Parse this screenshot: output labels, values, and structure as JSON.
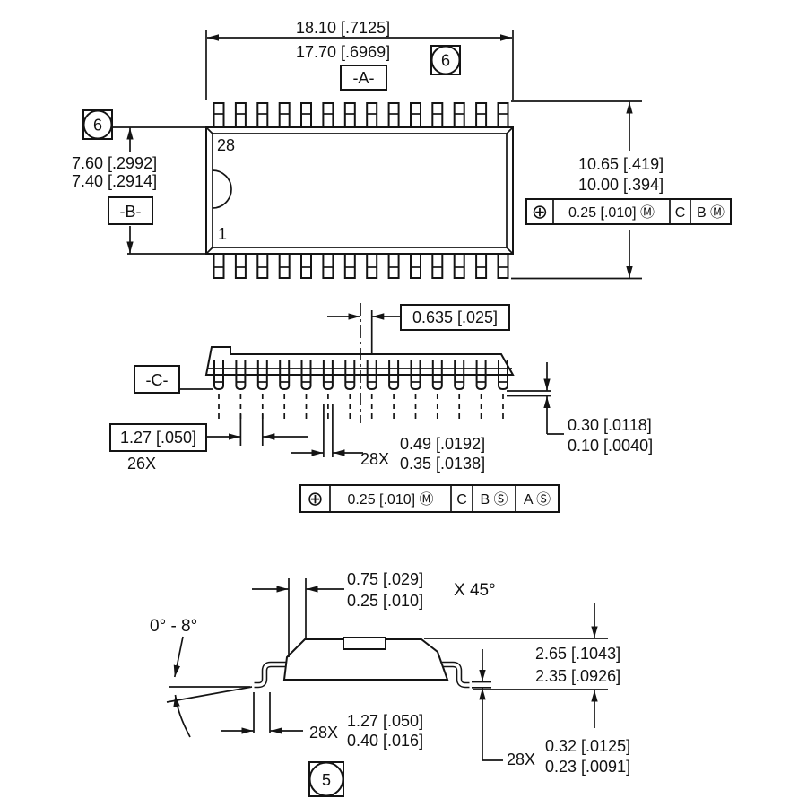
{
  "top_view": {
    "flag_top": "6",
    "flag_left": "6",
    "width_dim_line1": "18.10 [.7125]",
    "width_dim_line2": "17.70 [.6969]",
    "datum_a": "-A-",
    "datum_b": "-B-",
    "height_dim_line1": "7.60 [.2992]",
    "height_dim_line2": "7.40 [.2914]",
    "pin_number_top": "28",
    "pin_number_bottom": "1",
    "span_dim_line1": "10.65 [.419]",
    "span_dim_line2": "10.00 [.394]",
    "fcf": [
      "⊕",
      "0.25 [.010] Ⓜ",
      "C",
      "B Ⓜ"
    ]
  },
  "side_view": {
    "center_offset_dim": "0.635 [.025]",
    "datum_c": "-C-",
    "pitch_dim": "1.27 [.050]",
    "pitch_count": "26X",
    "lead_width_count": "28X",
    "lead_width_line1": "0.49 [.0192]",
    "lead_width_line2": "0.35 [.0138]",
    "standoff_line1": "0.30 [.0118]",
    "standoff_line2": "0.10 [.0040]",
    "fcf": [
      "⊕",
      "0.25 [.010] Ⓜ",
      "C",
      "B Ⓢ",
      "A Ⓢ"
    ]
  },
  "end_view": {
    "chamfer_line1": "0.75 [.029]",
    "chamfer_line2": "0.25 [.010]",
    "chamfer_angle": "X 45°",
    "lead_angle_range": "0° - 8°",
    "foot_count": "28X",
    "foot_line1": "1.27 [.050]",
    "foot_line2": "0.40 [.016]",
    "flag": "5",
    "height_line1": "2.65 [.1043]",
    "height_line2": "2.35 [.0926]",
    "thickness_count": "28X",
    "thickness_line1": "0.32 [.0125]",
    "thickness_line2": "0.23 [.0091]"
  }
}
